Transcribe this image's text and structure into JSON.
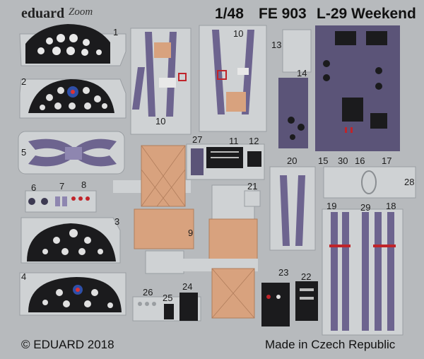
{
  "header": {
    "brand": "eduard",
    "sub_brand": "Zoom",
    "scale": "1/48",
    "code": "FE 903",
    "model": "L-29 Weekend"
  },
  "footer": {
    "copyright": "© EDUARD 2018",
    "origin": "Made in Czech Republic"
  },
  "part_numbers": [
    "1",
    "2",
    "3",
    "4",
    "5",
    "6",
    "7",
    "8",
    "9",
    "10",
    "10",
    "11",
    "12",
    "13",
    "14",
    "15",
    "16",
    "17",
    "18",
    "19",
    "20",
    "21",
    "22",
    "23",
    "24",
    "25",
    "26",
    "27",
    "28",
    "29",
    "30"
  ],
  "colors": {
    "sheet": "#b7babd",
    "fret": "#c6c9cc",
    "panel_black": "#1b1b1d",
    "panel_purple": "#5b5478",
    "strap_purple": "#6d648f",
    "cushion_tan": "#d8a27e",
    "buckle_red": "#c0242a"
  }
}
